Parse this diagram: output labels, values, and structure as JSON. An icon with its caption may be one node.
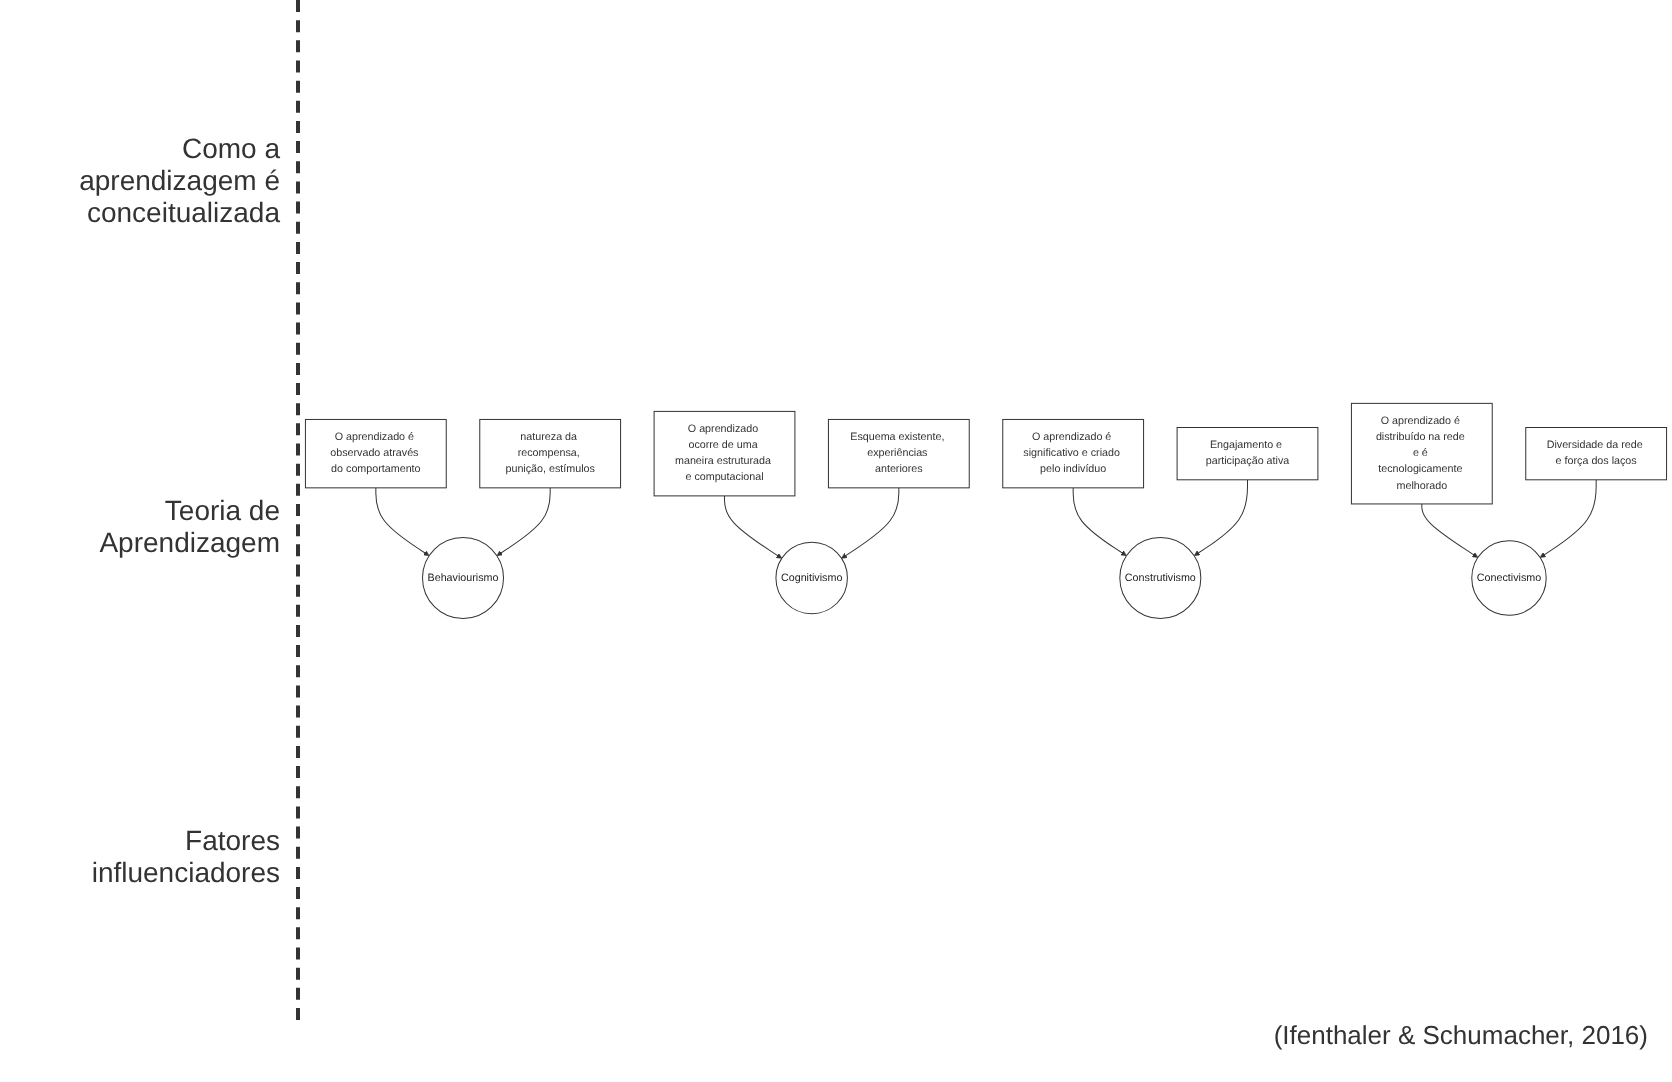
{
  "diagram": {
    "caption": "(Ifenthaler & Schumacher, 2016)",
    "nodes": [
      {
        "text": [
          "O aprendizado é observado através do comportamento"
        ]
      },
      {
        "text": [
          "O aprendizado ocorre de uma maneira estruturada e computacional"
        ]
      },
      {
        "text": [
          "O aprendizado é significativo e criado pelo indivíduo"
        ]
      },
      {
        "text": [
          "O aprendizado é distribuído na rede e é tecnologicamente melhorado"
        ]
      },
      {
        "text": [
          "Behaviourismo"
        ]
      },
      {
        "text": [
          "Cognitivismo"
        ]
      },
      {
        "text": [
          "Construtivismo"
        ]
      },
      {
        "text": [
          "Conectivismo"
        ]
      },
      {
        "text": [
          "natureza da recompensa, punição, estímulos"
        ]
      },
      {
        "text": [
          "Esquema existente, experiências anteriores"
        ]
      },
      {
        "text": [
          "Engajamento e participação ativa"
        ]
      },
      {
        "text": [
          "Diversidade da rede e força dos laços"
        ]
      }
    ],
    "edges": [
      {
        "from": 0,
        "to": 4,
        "arrow": "to"
      },
      {
        "from": 1,
        "to": 5,
        "arrow": "to"
      },
      {
        "from": 2,
        "to": 6,
        "arrow": "to"
      },
      {
        "from": 3,
        "to": 7,
        "arrow": "to"
      },
      {
        "from": 8,
        "to": 4,
        "arrow": "to"
      },
      {
        "from": 9,
        "to": 5,
        "arrow": "to"
      },
      {
        "from": 10,
        "to": 6,
        "arrow": "to"
      },
      {
        "from": 11,
        "to": 7,
        "arrow": "to"
      }
    ],
    "labels": [
      "Como a aprendizagem é conceitualizada",
      "Teoria de Aprendizagem",
      "Fatores influenciadores"
    ]
  }
}
